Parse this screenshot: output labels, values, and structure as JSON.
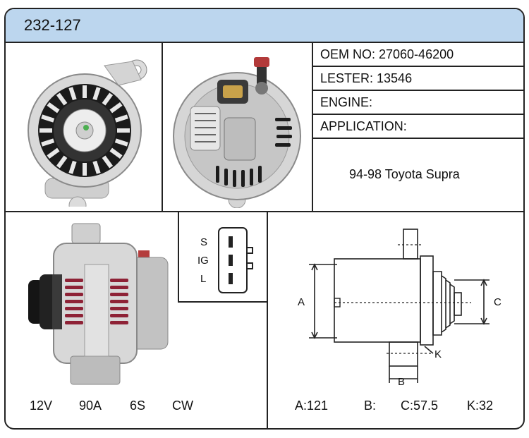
{
  "header": {
    "part_number": "232-127"
  },
  "info": {
    "oem": "OEM NO: 27060-46200",
    "lester": "LESTER: 13546",
    "engine": "ENGINE:",
    "application_label": "APPLICATION:",
    "application_value": "94-98 Toyota Supra"
  },
  "connector": {
    "pins": [
      "S",
      "IG",
      "L"
    ]
  },
  "specs": {
    "voltage": "12V",
    "amperage": "90A",
    "pulley": "6S",
    "rotation": "CW"
  },
  "dimensions": {
    "a_label": "A",
    "b_label": "B",
    "c_label": "C",
    "k_label": "K",
    "a": "A:121",
    "b": "B:",
    "c": "C:57.5",
    "k": "K:32"
  },
  "icons": [
    "alternator-front-photo",
    "alternator-rear-photo",
    "alternator-side-photo",
    "connector-diagram",
    "dimension-drawing"
  ]
}
